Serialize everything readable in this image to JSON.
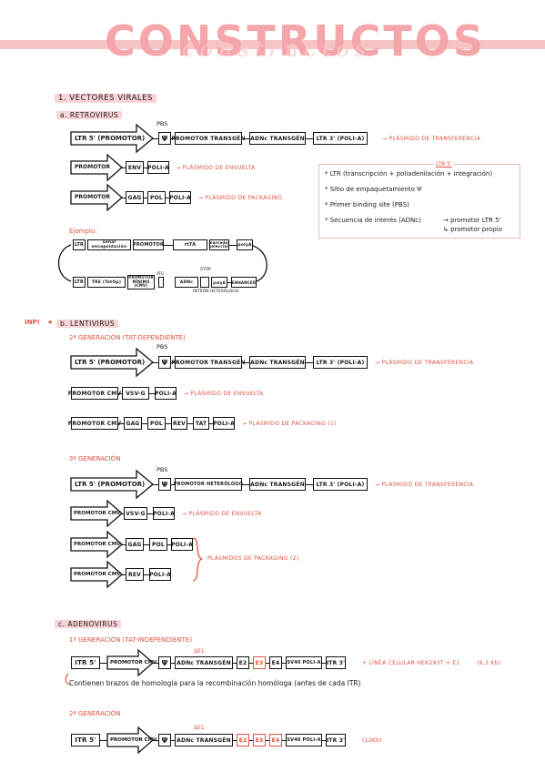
{
  "header": {
    "title": "CONSTRUCTOS",
    "watermark": "constructos"
  },
  "s1": {
    "heading": "1. VECTORES VIRALES",
    "a_heading": "a. RETROVIRUS"
  },
  "retro": {
    "pbs": "PBS",
    "ltr5": "LTR 5' (PROMOTOR)",
    "psi": "Ψ",
    "promotor_transgen": "PROMOTOR TRANSGÉN",
    "adnc_transgen": "ADNc TRANSGÉN",
    "ltr3": "LTR 3' (POLI-A)",
    "transfer": "→ PLÁSMIDO DE TRANSFERENCIA",
    "promotor": "PROMOTOR",
    "env": "ENV",
    "polia": "POLI-A",
    "envuelta": "→ PLÁSMIDO DE ENVUELTA",
    "gag": "GAG",
    "pol": "POL",
    "packaging": "→ PLÁSMIDO DE PACKAGING"
  },
  "info": {
    "tag": "LTR 5'",
    "l1": "* LTR (transcripción + poliadenilación + integración)",
    "l2": "* Sitio de empaquetamiento Ψ",
    "l3": "* Primer binding site (PBS)",
    "l4": "* Secuencia de interés (ADNc)",
    "l4a": "→ promotor LTR 5'",
    "l4b": "↳ promotor propio"
  },
  "ejemplo": {
    "label": "Ejemplo:",
    "ltr": "LTR",
    "senal": "señal encapsidación",
    "promotor": "PROMOTOR",
    "rtta": "rtTA",
    "marcador": "marcador selección",
    "polia": "polyA",
    "tre": "TRE (TetOp)",
    "prom_minimo": "PROMOTOR MÍNIMO (CMV)",
    "stop": "STOP",
    "atg": "ATG",
    "adnc": "ADNc",
    "polya2": "polyA",
    "enhancer": "ENHANCER",
    "intron": "INTRÓN HETERÓLOGO"
  },
  "b": {
    "inp": "INP!",
    "heading": "b. LENTIVIRUS",
    "gen2": "2ª GENERACIÓN (TAT-DEPENDIENTE)",
    "gen3": "3ª GENERACIÓN",
    "promotor_cmv": "PROMOTOR CMV",
    "vsvg": "VSV-G",
    "rev": "REV",
    "tat": "TAT",
    "promotor_heterologo": "PROMOTOR HETERÓLOGO",
    "packaging1": "→ PLÁSMIDO DE PACKAGING (1)",
    "packaging2": "PLÁSMIDOS DE PACKAGING (2)"
  },
  "c": {
    "heading": "c. ADENOVIRUS",
    "gen1": "1ª GENERACIÓN (TAT-INDEPENDIENTE)",
    "gen2": "2ª GENERACIÓN",
    "itr5": "ITR 5'",
    "itr3": "ITR 3'",
    "de1": "ΔE1",
    "e2": "E2",
    "e3": "E3",
    "e4": "E4",
    "sv40": "SV40 POLI-A",
    "note1": "+ LÍNEA CELULAR HEK293T + E1",
    "size1": "(8.2 Kb)",
    "homology": "Contienen brazos de homología para la recombinación homóloga (antes de cada ITR)",
    "size2": "(12Kb)"
  }
}
